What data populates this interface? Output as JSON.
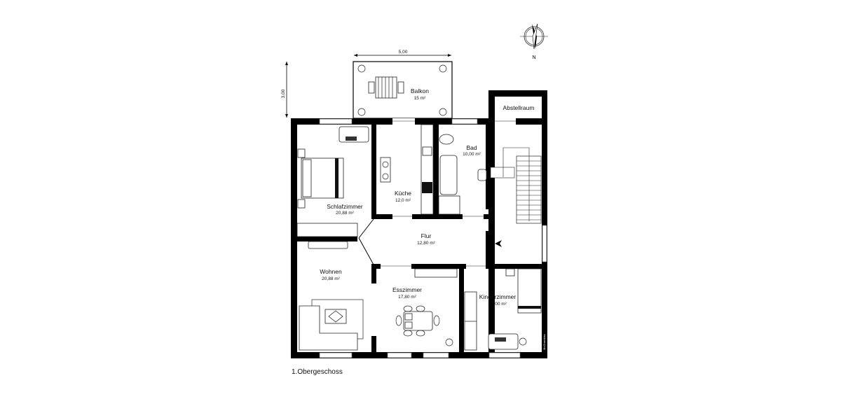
{
  "plan": {
    "floor_label": "1.Obergeschoss",
    "dimensions": {
      "width": "5,00",
      "height": "3,00"
    },
    "compass": {
      "label": "N",
      "icon": "compass-north-icon"
    },
    "watermark": "McGrundriss",
    "rooms": [
      {
        "id": "balkon",
        "name": "Balkon",
        "area": "15 m²"
      },
      {
        "id": "abstellraum",
        "name": "Abstellraum",
        "area": ""
      },
      {
        "id": "schlafzimmer",
        "name": "Schlafzimmer",
        "area": "20,88 m²"
      },
      {
        "id": "kueche",
        "name": "Küche",
        "area": "12,0 m²"
      },
      {
        "id": "bad",
        "name": "Bad",
        "area": "10,00 m²"
      },
      {
        "id": "flur",
        "name": "Flur",
        "area": "12,80 m²"
      },
      {
        "id": "wohnen",
        "name": "Wohnen",
        "area": "20,88 m²"
      },
      {
        "id": "esszimmer",
        "name": "Esszimmer",
        "area": "17,80 m²"
      },
      {
        "id": "kinderzimmer",
        "name": "Kinderzimmer",
        "area": "17,00 m²"
      }
    ],
    "colors": {
      "wall": "#000000",
      "window": "#ffffff",
      "background": "#ffffff"
    }
  }
}
